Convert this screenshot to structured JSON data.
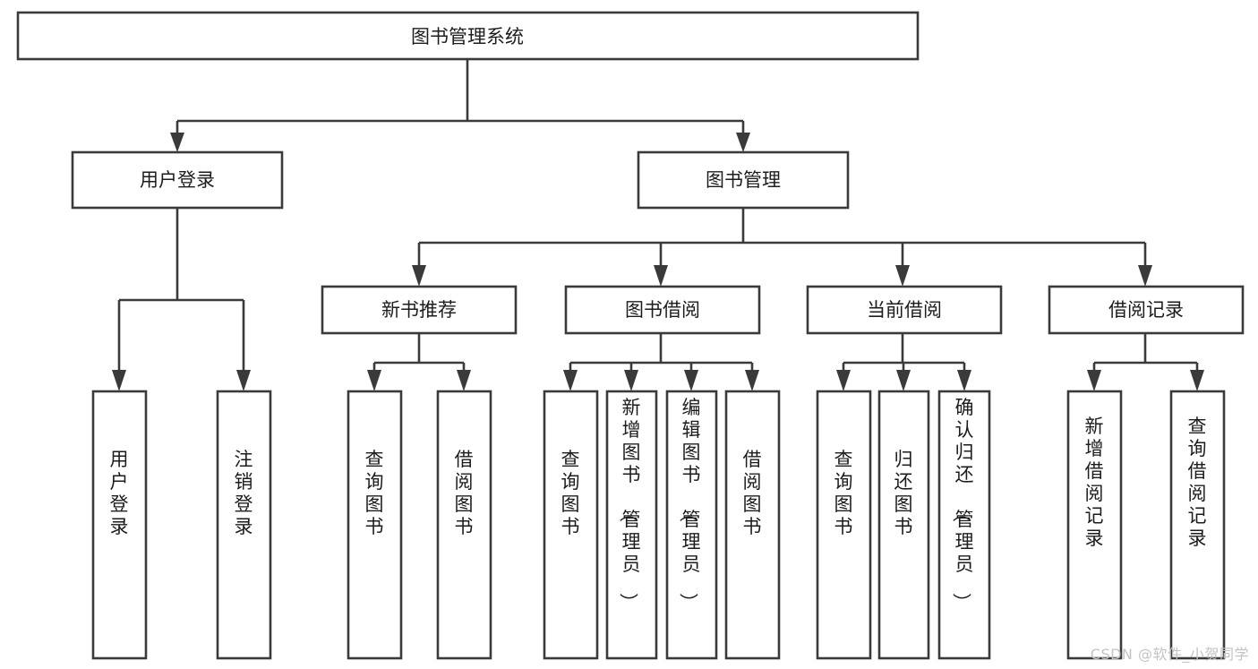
{
  "diagram": {
    "type": "tree",
    "title": "图书管理系统",
    "orientation": "top-down",
    "colors": {
      "box_fill": "#ffffff",
      "box_stroke": "#3a3a3a",
      "text": "#1c1c1c",
      "watermark": "#c3c3c3",
      "background": "#ffffff"
    },
    "root": {
      "label": "图书管理系统",
      "level": 0
    },
    "level1": [
      {
        "label": "用户登录"
      },
      {
        "label": "图书管理"
      }
    ],
    "level2": [
      {
        "label": "新书推荐"
      },
      {
        "label": "图书借阅"
      },
      {
        "label": "当前借阅"
      },
      {
        "label": "借阅记录"
      }
    ],
    "leaves_user_login": [
      {
        "label": "用户登录"
      },
      {
        "label": "注销登录"
      }
    ],
    "leaves_new_books": [
      {
        "label": "查询图书"
      },
      {
        "label": "借阅图书"
      }
    ],
    "leaves_borrow": [
      {
        "label": "查询图书"
      },
      {
        "label": "新增图书（管理员）"
      },
      {
        "label": "编辑图书（管理员）"
      },
      {
        "label": "借阅图书"
      }
    ],
    "leaves_current": [
      {
        "label": "查询图书"
      },
      {
        "label": "归还图书"
      },
      {
        "label": "确认归还（管理员）"
      }
    ],
    "leaves_records": [
      {
        "label": "新增借阅记录"
      },
      {
        "label": "查询借阅记录"
      }
    ]
  },
  "watermark": {
    "text": "CSDN @软件_小贺同学"
  }
}
